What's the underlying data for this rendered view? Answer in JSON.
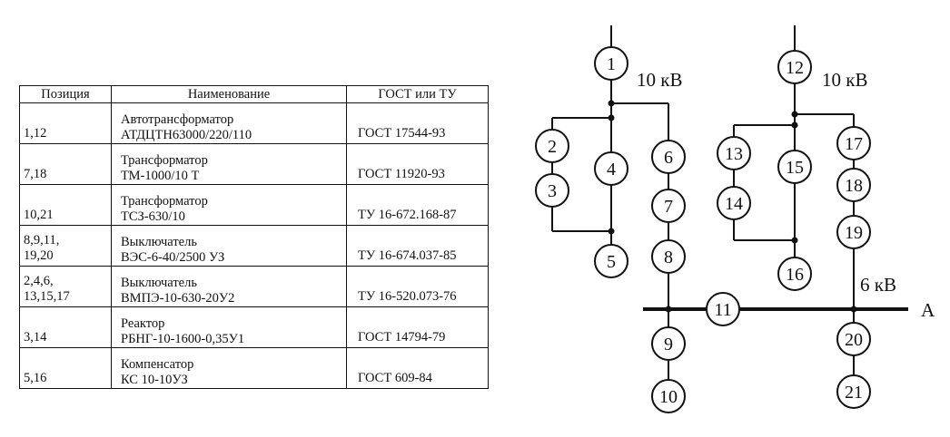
{
  "table": {
    "headers": [
      "Позиция",
      "Наименование",
      "ГОСТ или ТУ"
    ],
    "rows": [
      {
        "position": [
          "1,12"
        ],
        "name": [
          "Автотрансформатор",
          "АТДЦТН63000/220/110"
        ],
        "gost": "ГОСТ 17544-93"
      },
      {
        "position": [
          "7,18"
        ],
        "name": [
          "Трансформатор",
          "ТМ-1000/10 Т"
        ],
        "gost": "ГОСТ 11920-93"
      },
      {
        "position": [
          "10,21"
        ],
        "name": [
          "Трансформатор",
          "ТСЗ-630/10"
        ],
        "gost": "ТУ 16-672.168-87"
      },
      {
        "position": [
          "8,9,11,",
          "19,20"
        ],
        "name": [
          "Выключатель",
          "ВЭС-6-40/2500 УЗ"
        ],
        "gost": "ТУ 16-674.037-85"
      },
      {
        "position": [
          "2,4,6,",
          "13,15,17"
        ],
        "name": [
          "Выключатель",
          "ВМПЭ-10-630-20У2"
        ],
        "gost": "ТУ 16-520.073-76"
      },
      {
        "position": [
          "3,14"
        ],
        "name": [
          "Реактор",
          "РБНГ-10-1600-0,35У1"
        ],
        "gost": "ГОСТ 14794-79"
      },
      {
        "position": [
          "5,16"
        ],
        "name": [
          "Компенсатор",
          "КС 10-10УЗ"
        ],
        "gost": "ГОСТ 609-84"
      }
    ]
  },
  "diagram": {
    "voltage_left": "10 кВ",
    "voltage_right": "10 кВ",
    "voltage_bus": "6 кВ",
    "bus_label": "А",
    "nodes": [
      {
        "id": "1"
      },
      {
        "id": "2"
      },
      {
        "id": "3"
      },
      {
        "id": "4"
      },
      {
        "id": "5"
      },
      {
        "id": "6"
      },
      {
        "id": "7"
      },
      {
        "id": "8"
      },
      {
        "id": "9"
      },
      {
        "id": "10"
      },
      {
        "id": "11"
      },
      {
        "id": "12"
      },
      {
        "id": "13"
      },
      {
        "id": "14"
      },
      {
        "id": "15"
      },
      {
        "id": "16"
      },
      {
        "id": "17"
      },
      {
        "id": "18"
      },
      {
        "id": "19"
      },
      {
        "id": "20"
      },
      {
        "id": "21"
      }
    ]
  }
}
